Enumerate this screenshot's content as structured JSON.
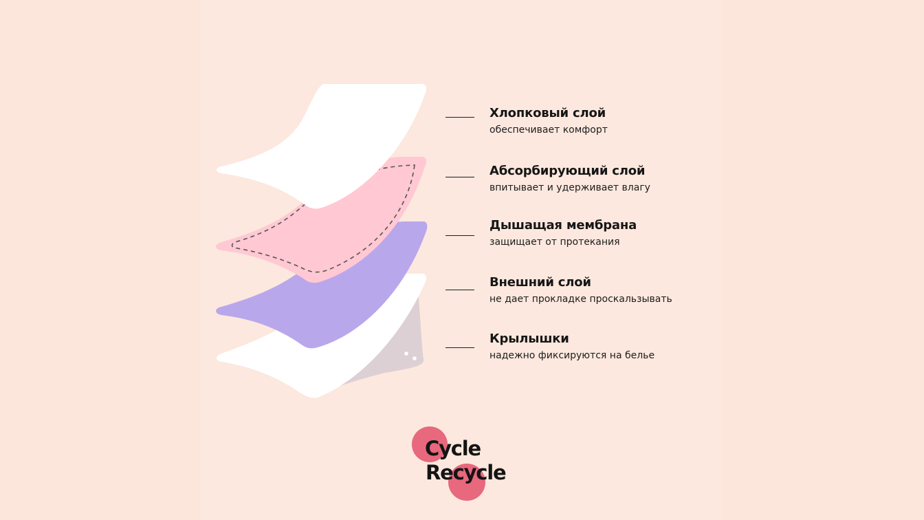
{
  "layers": [
    {
      "title": "Хлопковый слой",
      "description": "обеспечивает комфорт",
      "color": "#ffffff"
    },
    {
      "title": "Абсорбирующий слой",
      "description": "впитывает и удерживает влагу",
      "color": "#ffc8d3"
    },
    {
      "title": "Дышащая мембрана",
      "description": "защищает от протекания",
      "color": "#b9a7ec"
    },
    {
      "title": "Внешний слой",
      "description": "не дает прокладке проскальзывать",
      "color": "#ffffff"
    },
    {
      "title": "Крылышки",
      "description": "надежно фиксируются на белье",
      "color": "#ddd0d4"
    }
  ],
  "logo": {
    "line1": "Cycle",
    "line2": "Recycle",
    "circle_color": "#e8687d"
  },
  "colors": {
    "background": "#fce8de",
    "text": "#161616",
    "dashed_stitch": "#555555"
  }
}
